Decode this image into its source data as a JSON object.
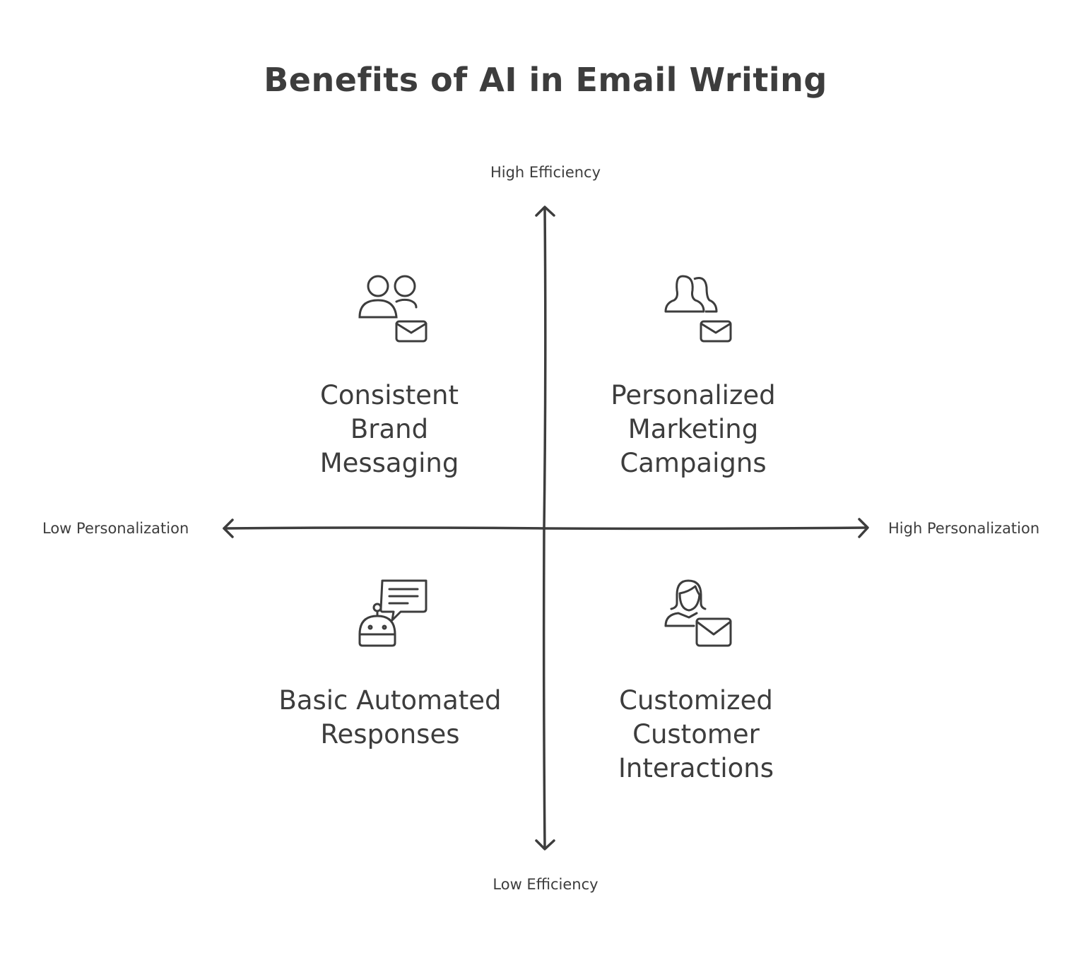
{
  "title": "Benefits of AI in Email Writing",
  "axes": {
    "y_top": "High Efficiency",
    "y_bottom": "Low Efficiency",
    "x_left": "Low Personalization",
    "x_right": "High Personalization"
  },
  "quadrants": {
    "top_left": {
      "lines": [
        "Consistent",
        "Brand",
        "Messaging"
      ],
      "icon": "users-mail-icon"
    },
    "top_right": {
      "lines": [
        "Personalized",
        "Marketing",
        "Campaigns"
      ],
      "icon": "group-mail-icon"
    },
    "bottom_left": {
      "lines": [
        "Basic Automated",
        "Responses"
      ],
      "icon": "robot-chat-icon"
    },
    "bottom_right": {
      "lines": [
        "Customized",
        "Customer",
        "Interactions"
      ],
      "icon": "agent-mail-icon"
    }
  },
  "colors": {
    "ink": "#3d3d3d",
    "background": "#ffffff"
  }
}
